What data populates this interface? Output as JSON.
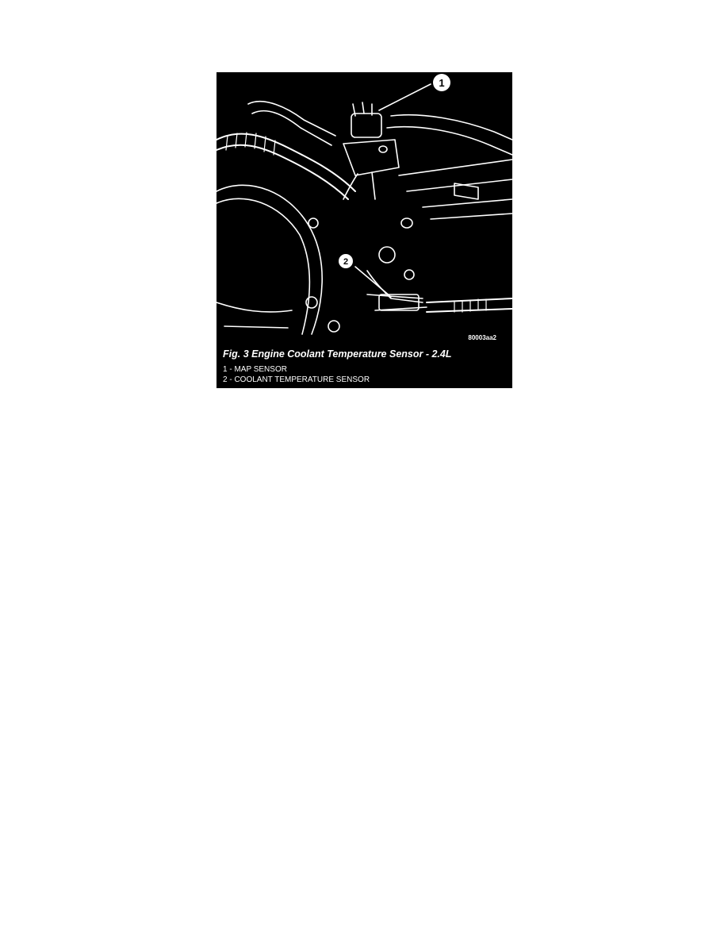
{
  "figure": {
    "code": "80003aa2",
    "caption": "Fig. 3 Engine Coolant Temperature Sensor - 2.4L",
    "callouts": [
      {
        "number": "1"
      },
      {
        "number": "2"
      }
    ],
    "legend": [
      {
        "text": "1 - MAP SENSOR"
      },
      {
        "text": "2 - COOLANT TEMPERATURE SENSOR"
      }
    ],
    "colors": {
      "background": "#000000",
      "linework": "#ffffff"
    }
  }
}
